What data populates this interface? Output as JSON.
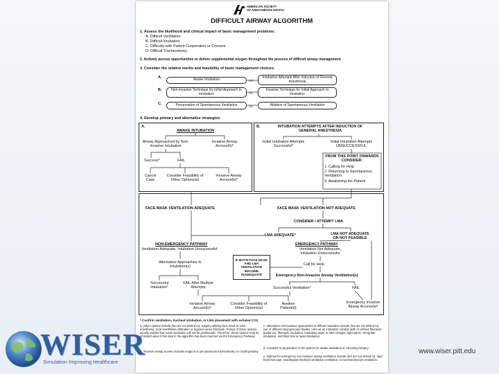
{
  "header": {
    "society_line1": "AMERICAN SOCIETY",
    "society_line2": "OF ANESTHESIOLOGISTS",
    "title": "DIFFICULT AIRWAY ALGORITHM"
  },
  "steps": {
    "s1": "1.  Assess the likelihood and clinical impact of basic management problems:",
    "s1_items": [
      "A.  Difficult Ventilation",
      "B.  Difficult Intubation",
      "C.  Difficulty with Patient Cooperation or Consent",
      "D.  Difficult Tracheostomy"
    ],
    "s2": "2.  Actively pursue opportunities to deliver supplemental oxygen throughout the process of difficult airway management",
    "s3": "3.  Consider the relative merits and feasibility of basic management choices:",
    "s4": "4.  Develop primary and alternative strategies:"
  },
  "choices": [
    {
      "letter": "A.",
      "left": "Awake Intubation",
      "vs": "VS.",
      "right": "Intubation Attempts After Induction of General Anesthesia"
    },
    {
      "letter": "B.",
      "left": "Non-Invasive Technique for Initial Approach to Intubation",
      "vs": "VS.",
      "right": "Invasive Technique for Initial Approach to Intubation"
    },
    {
      "letter": "C.",
      "left": "Preservation of Spontaneous Ventilation",
      "vs": "VS.",
      "right": "Ablation of Spontaneous Ventilation"
    }
  ],
  "awake": {
    "letter": "A.",
    "title": "AWAKE INTUBATION",
    "noninvasive": "Airway Approached by Non-Invasive Intubation",
    "invasive": "Invasive Airway Access(b)*",
    "success": "Success*",
    "fail": "FAIL",
    "cancel": "Cancel Case",
    "consider": "Consider Feasibility of Other Options(a)",
    "invasive2": "Invasive Airway Access(b)*"
  },
  "after": {
    "letter": "B.",
    "title": "INTUBATION ATTEMPTS AFTER INDUCTION OF GENERAL ANESTHESIA",
    "initial_success": "Initial Intubation Attempts Successful*",
    "initial_fail": "Initial Intubation Attempts UNSUCCESSFUL",
    "from_here": "FROM THIS POINT ONWARDS CONSIDER:",
    "considers": [
      "1.  Calling for Help",
      "2.  Returning to Spontaneous Ventilation",
      "3.  Awakening the Patient"
    ]
  },
  "flow": {
    "fmv_ok": "FACE MASK VENTILATION ADEQUATE",
    "fmv_not": "FACE MASK VENTILATION NOT ADEQUATE",
    "consider_lma": "CONSIDER / ATTEMPT LMA",
    "lma_ok": "LMA ADEQUATE*",
    "lma_not": "LMA NOT ADEQUATE OR NOT FEASIBLE",
    "nonemerg": "NON-EMERGENCY PATHWAY",
    "nonemerg_sub": "Ventilation Adequate, Intubation Unsuccessful",
    "emerg": "EMERGENCY PATHWAY",
    "emerg_sub": "Ventilation Not Adequate, Intubation Unsuccessful",
    "if_both": "IF BOTH FACE MASK AND LMA VENTILATION BECOME INADEQUATE",
    "alt": "Alternative Approaches to Intubation(c)",
    "call_help": "Call for Help",
    "emerg_noninv": "Emergency Non-Invasive Airway Ventilation(e)",
    "successful_intub": "Successful Intubation*",
    "fail_multiple": "FAIL After Multiple Attempts",
    "successful_vent": "Successful Ventilation*",
    "fail": "FAIL",
    "invasive": "Invasive Airway Access(b)*",
    "consider_other": "Consider Feasibility of Other Options(a)",
    "awaken": "Awaken Patient(d)",
    "emerg_invasive": "Emergency Invasive Airway Access(b)*"
  },
  "footnotes": {
    "confirm": "* Confirm ventilation, tracheal intubation, or LMA placement with exhaled CO2",
    "a": "a. Other options include (but are not limited to): surgery utilizing face mask or LMA anesthesia, local anesthesia infiltration or regional nerve blockade. Pursuit of these options usually implies that mask ventilation will not be problematic. Therefore, these options may be of limited value if this step in the algorithm has been reached via the Emergency Pathway.",
    "b": "b. Invasive airway access includes surgical or percutaneous tracheostomy or cricothyrotomy.",
    "c": "c. Alternative non-invasive approaches to difficult intubation include (but are not limited to): use of different laryngoscope blades, LMA as an intubation conduit (with or without fiberoptic guidance), fiberoptic intubation, intubating stylet or tube changer, light wand, retrograde intubation, and blind oral or nasal intubation.",
    "d": "d. Consider re-preparation of the patient for awake intubation or canceling surgery.",
    "e": "e. Options for emergency non-invasive airway ventilation include (but are not limited to): rigid bronchoscope, esophageal-tracheal combitube ventilation, or transtracheal jet ventilation."
  },
  "branding": {
    "wiser": "WISER",
    "tagline": "Simulation Improving Healthcare",
    "url": "www.wiser.pitt.edu"
  },
  "colors": {
    "wiser_blue": "#2f5f9e",
    "background": "#eef2f7"
  }
}
